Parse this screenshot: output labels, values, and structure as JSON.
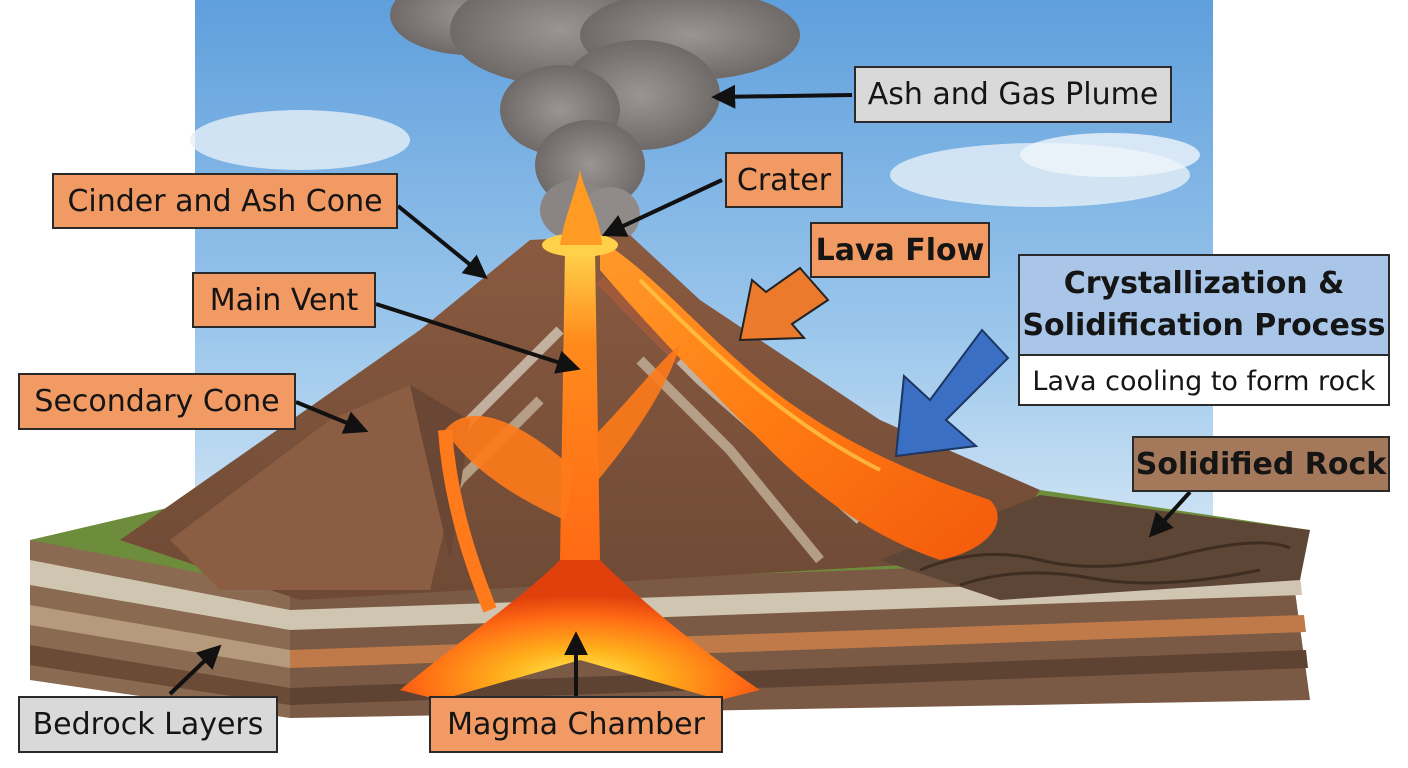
{
  "labels": {
    "ash_plume": "Ash and Gas Plume",
    "crater": "Crater",
    "cinder_cone": "Cinder and Ash Cone",
    "lava_flow": "Lava Flow",
    "main_vent": "Main Vent",
    "secondary_cone": "Secondary Cone",
    "solidified_rock": "Solidified Rock",
    "bedrock_layers": "Bedrock Layers",
    "magma_chamber": "Magma Chamber"
  },
  "process": {
    "title_line1": "Crystallization &",
    "title_line2": "Solidification Process",
    "subtitle": "Lava cooling to form rock"
  },
  "colors": {
    "label_orange": "#f29a63",
    "label_gray": "#d9d9d9",
    "label_brown": "#a4785a",
    "process_blue": "#a9c6e8",
    "arrow_blue": "#3a6fc4",
    "arrow_orange": "#ec7a2c",
    "lava": "#ff7a1a",
    "sky": "#7fb4e4"
  }
}
